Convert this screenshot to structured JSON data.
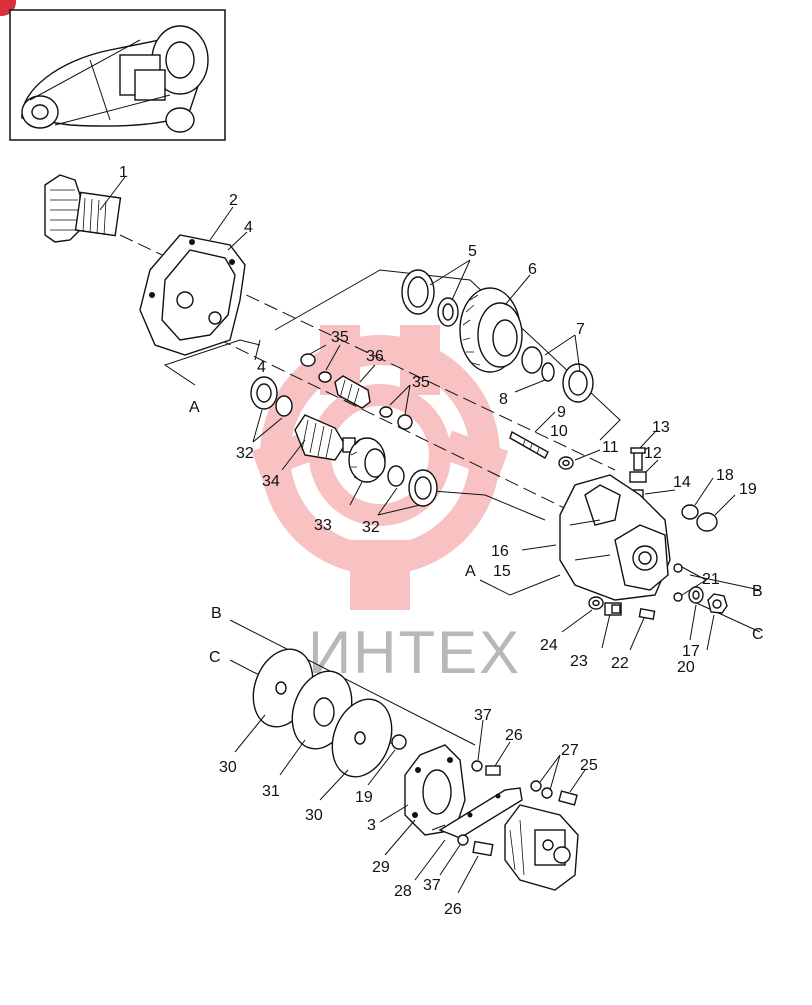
{
  "watermark": {
    "text": "ИНТЕХ",
    "color": "#f07a7a"
  },
  "badge_color": "#d9303a",
  "part_numbers": [
    "1",
    "2",
    "3",
    "4",
    "5",
    "6",
    "7",
    "8",
    "9",
    "10",
    "11",
    "12",
    "13",
    "14",
    "15",
    "16",
    "17",
    "18",
    "19",
    "20",
    "21",
    "22",
    "23",
    "24",
    "25",
    "26",
    "27",
    "28",
    "29",
    "30",
    "31",
    "32",
    "33",
    "34",
    "35",
    "36",
    "37"
  ],
  "connector_labels": [
    "A",
    "B",
    "C"
  ],
  "labels": {
    "p1": "1",
    "p2": "2",
    "p4a": "4",
    "p4b": "4",
    "p5": "5",
    "p6": "6",
    "p7": "7",
    "p8": "8",
    "p9": "9",
    "p10": "10",
    "p11": "11",
    "p12": "12",
    "p13": "13",
    "p14": "14",
    "p15": "15",
    "p16": "16",
    "p17": "17",
    "p18": "18",
    "p19a": "19",
    "p20": "20",
    "p21": "21",
    "p22": "22",
    "p23": "23",
    "p24": "24",
    "p25": "25",
    "p26a": "26",
    "p26b": "26",
    "p27": "27",
    "p28": "28",
    "p29": "29",
    "p30a": "30",
    "p30b": "30",
    "p31": "31",
    "p32a": "32",
    "p32b": "32",
    "p33": "33",
    "p34": "34",
    "p35a": "35",
    "p35b": "35",
    "p36": "36",
    "p37a": "37",
    "p37b": "37",
    "p19b": "19",
    "p3": "3",
    "A1": "A",
    "A2": "A",
    "B1": "B",
    "B2": "B",
    "C1": "C",
    "C2": "C"
  }
}
